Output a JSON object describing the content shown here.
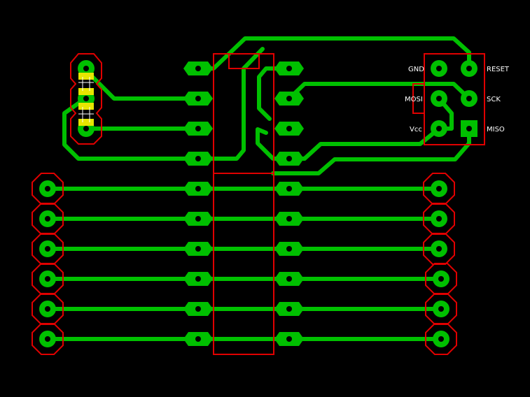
{
  "colors": {
    "background": "#000000",
    "copper": "#00c000",
    "silkscreen": "#e00000",
    "label": "#ffffff",
    "drill": "#000000",
    "jumper": "#e6e600"
  },
  "connector": {
    "pins": [
      {
        "label": "GND"
      },
      {
        "label": "RESET"
      },
      {
        "label": "MOSI"
      },
      {
        "label": "SCK"
      },
      {
        "label": "Vcc"
      },
      {
        "label": "MISO"
      }
    ]
  }
}
